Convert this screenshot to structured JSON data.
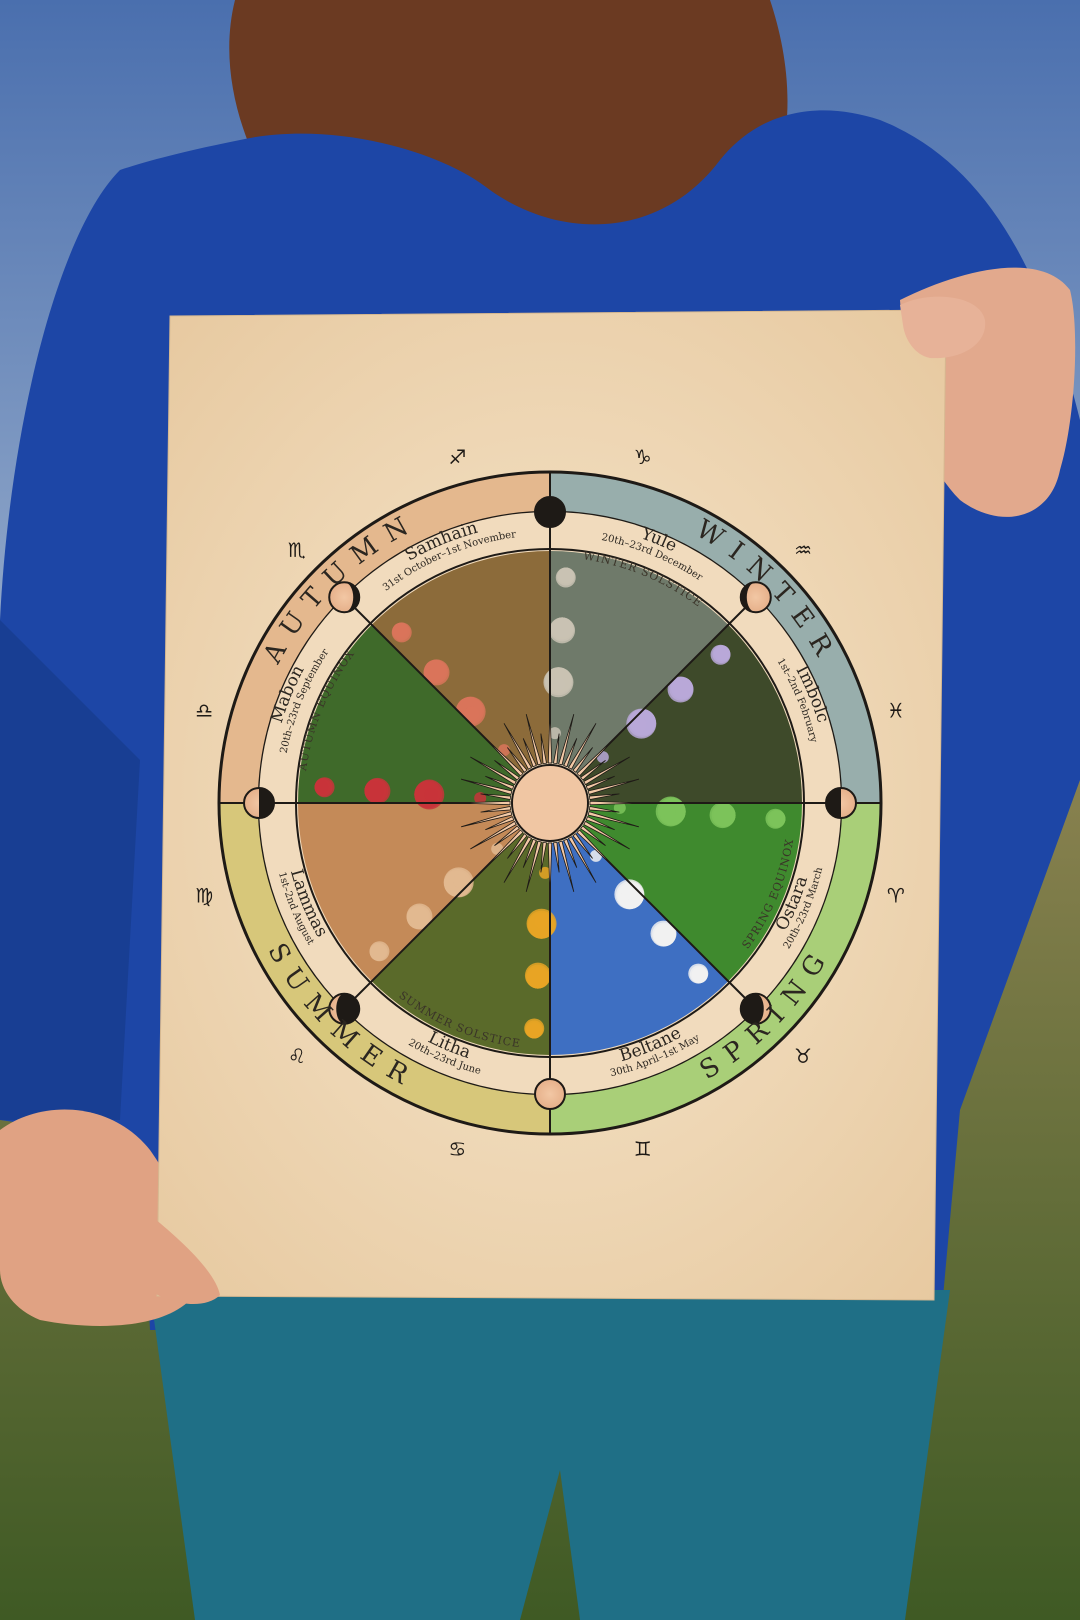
{
  "seasons": [
    {
      "id": "winter",
      "label": "W I N T E R",
      "color": "#98aeac"
    },
    {
      "id": "spring",
      "label": "S P R I N G",
      "color": "#a9cf78"
    },
    {
      "id": "summer",
      "label": "S U M M E R",
      "color": "#d7c77a"
    },
    {
      "id": "autumn",
      "label": "A U T U M N",
      "color": "#e4b88e"
    }
  ],
  "festivals": [
    {
      "id": "samhain",
      "name": "Samhain",
      "date": "31st October–1st November",
      "sub": ""
    },
    {
      "id": "yule",
      "name": "Yule",
      "date": "20th–23rd December",
      "sub": "WINTER SOLSTICE"
    },
    {
      "id": "imbolc",
      "name": "Imbolc",
      "date": "1st–2nd February",
      "sub": ""
    },
    {
      "id": "ostara",
      "name": "Ostara",
      "date": "20th–23rd March",
      "sub": "SPRING EQUINOX"
    },
    {
      "id": "beltane",
      "name": "Beltane",
      "date": "30th April–1st May",
      "sub": ""
    },
    {
      "id": "litha",
      "name": "Litha",
      "date": "20th–23rd June",
      "sub": "SUMMER SOLSTICE"
    },
    {
      "id": "lammas",
      "name": "Lammas",
      "date": "1st–2nd August",
      "sub": ""
    },
    {
      "id": "mabon",
      "name": "Mabon",
      "date": "20th–23rd September",
      "sub": "AUTUMN EQUINOX"
    }
  ],
  "zodiac": [
    "♐",
    "♑",
    "♒",
    "♓",
    "♈",
    "♉",
    "♊",
    "♋",
    "♌",
    "♍",
    "♎",
    "♏"
  ],
  "colors": {
    "paper": "#f0dcbf",
    "sky": "#5d7fb3",
    "sweater": "#1d46a6",
    "jeans": "#1f6f86",
    "grass": "#5f6b2f"
  }
}
